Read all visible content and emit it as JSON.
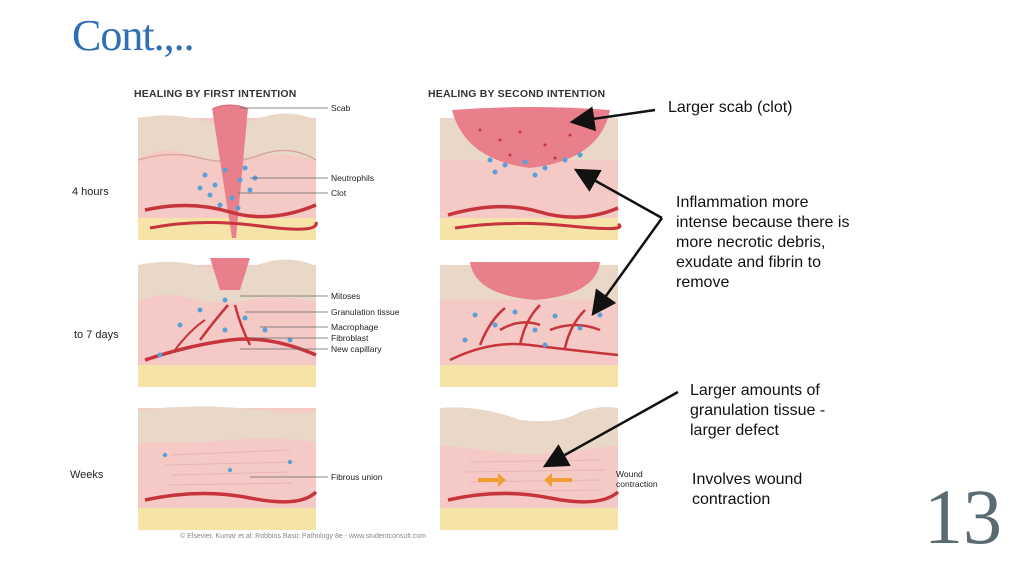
{
  "slide": {
    "title": "Cont.,..",
    "page_number": "13"
  },
  "figure": {
    "col_first": "HEALING BY FIRST INTENTION",
    "col_second": "HEALING BY SECOND INTENTION",
    "row_labels": [
      "4 hours",
      "to 7 days",
      "Weeks"
    ],
    "labels_first": {
      "scab": "Scab",
      "neutrophils": "Neutrophils",
      "clot": "Clot",
      "mitoses": "Mitoses",
      "granulation": "Granulation tissue",
      "macrophage": "Macrophage",
      "fibroblast": "Fibroblast",
      "capillary": "New capillary",
      "fibrous": "Fibrous union"
    },
    "label_wound_line1": "Wound",
    "label_wound_line2": "contraction",
    "copyright": "© Elsevier. Kumar et al: Robbins Basic Pathology 8e - www.studentconsult.com"
  },
  "annotations": {
    "scab_note": "Larger scab (clot)",
    "inflammation_note": [
      "Inflammation more",
      "intense because there is",
      "more necrotic debris,",
      "exudate and fibrin to",
      "remove"
    ],
    "granulation_note": [
      "Larger amounts of",
      "granulation tissue -",
      "larger defect"
    ],
    "contraction_note": [
      "Involves wound",
      "contraction"
    ]
  },
  "colors": {
    "title": "#2f6fb5",
    "skin_top": "#e9d8c8",
    "dermis": "#f4c9c6",
    "fat": "#f6e3a8",
    "scab": "#e87f8a",
    "vessel": "#c8343b",
    "cell": "#5aa0d8"
  }
}
